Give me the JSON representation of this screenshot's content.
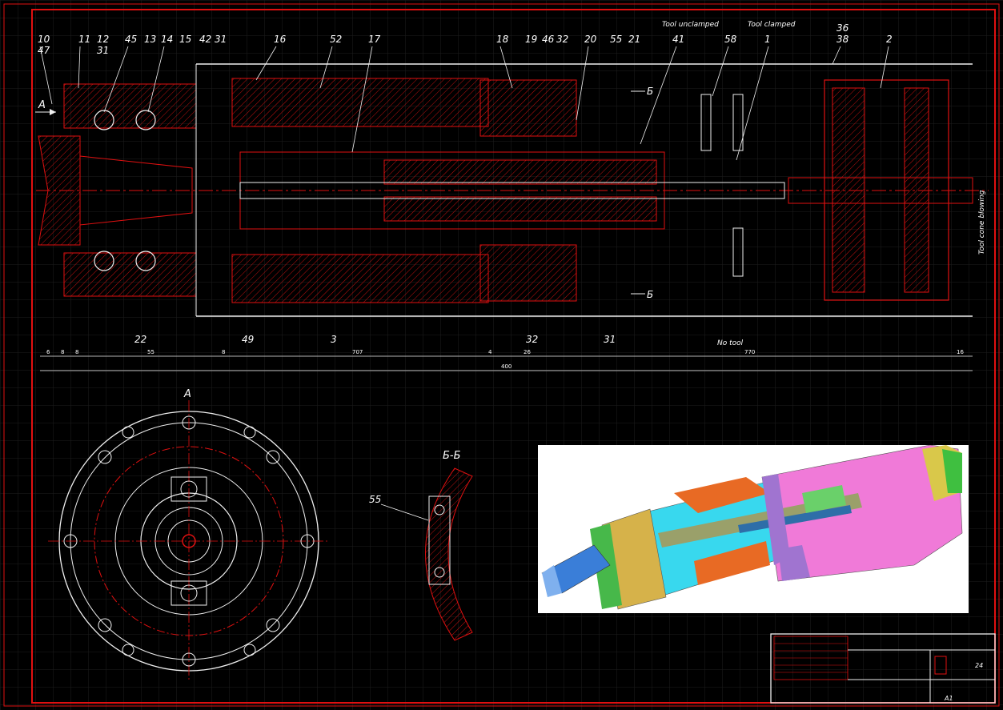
{
  "drawing": {
    "view_labels": {
      "arrow_a": "A",
      "view_a": "A",
      "section_b": "Б-Б",
      "section_arrow_1": "Б",
      "section_arrow_2": "Б"
    },
    "top_callouts": [
      "10",
      "47",
      "11",
      "12",
      "31",
      "45",
      "13",
      "14",
      "15",
      "42",
      "31",
      "16",
      "52",
      "17",
      "18",
      "19",
      "46",
      "32",
      "20",
      "55",
      "21",
      "41",
      "58",
      "1",
      "36",
      "38",
      "2"
    ],
    "bottom_callouts": [
      "22",
      "49",
      "3",
      "32",
      "31"
    ],
    "section_callout": "55",
    "annotations": {
      "tool_unclamped": "Tool unclamped",
      "tool_clamped": "Tool clamped",
      "no_tool": "No tool",
      "tool_cone_blowing": "Tool cone blowing"
    },
    "dimensions": [
      "6",
      "8",
      "8",
      "55",
      "8",
      "707",
      "4",
      "26",
      "770",
      "16",
      "400"
    ],
    "title_block": {
      "sheet": "24",
      "format": "A1"
    }
  },
  "colors": {
    "background": "#000000",
    "geometry": "#e01010",
    "annotation": "#ffffff",
    "grid": "#1c1c1c"
  }
}
